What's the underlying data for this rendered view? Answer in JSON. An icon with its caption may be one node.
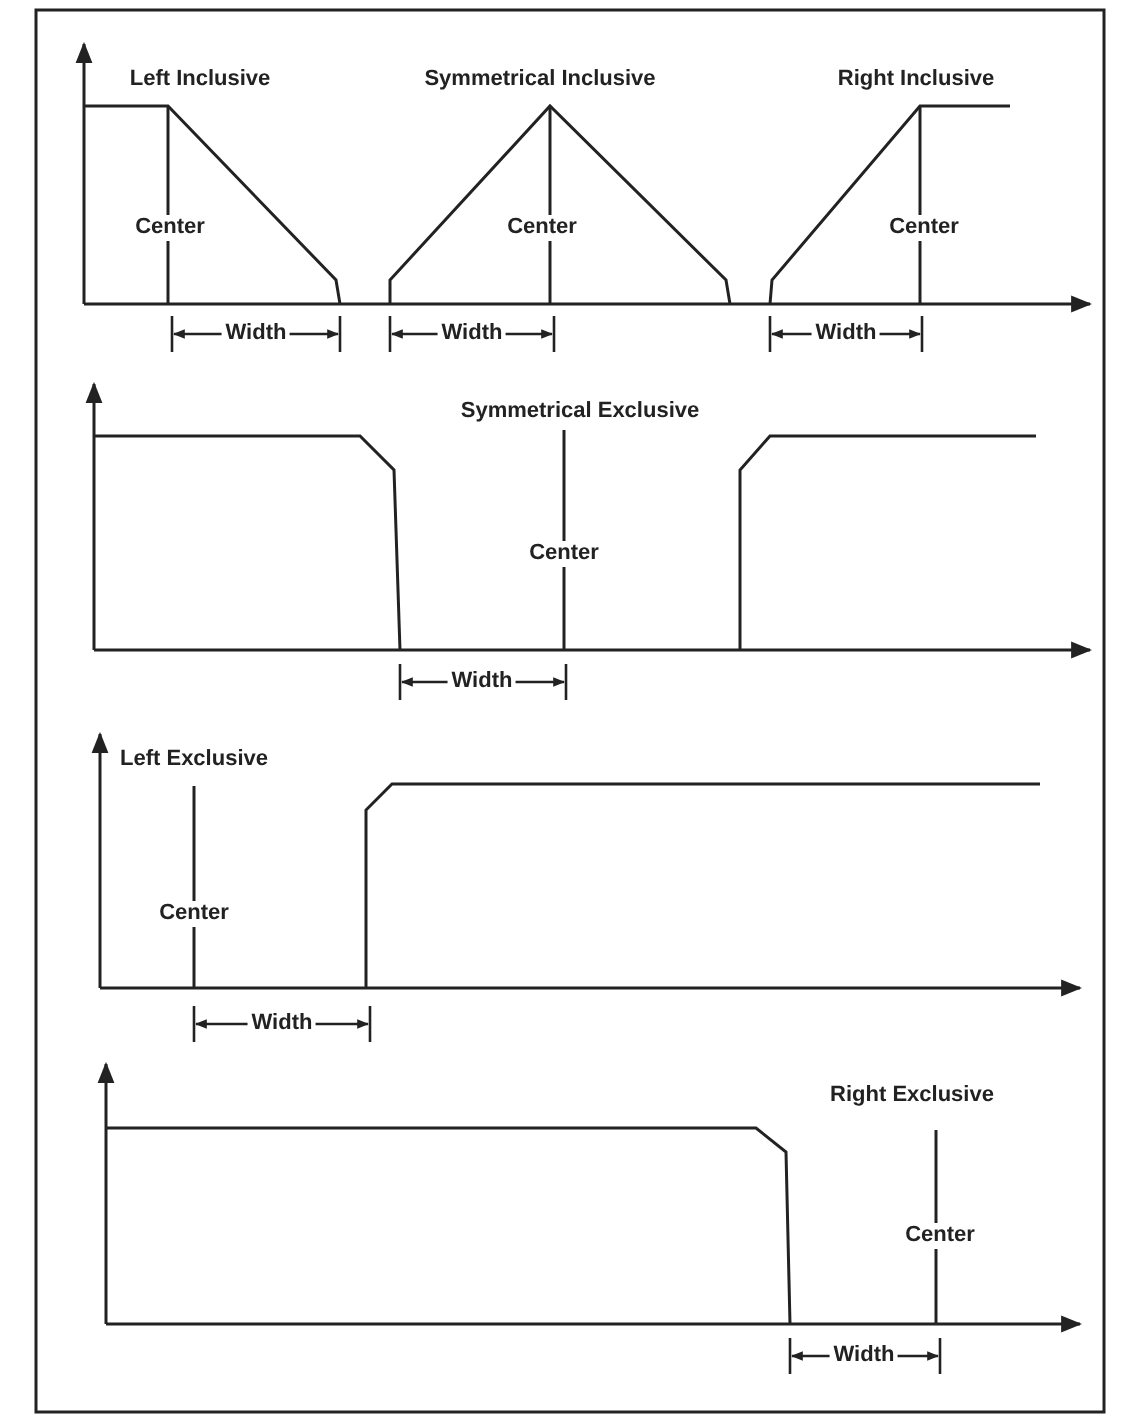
{
  "diagram": {
    "labels": [
      "Left Inclusive",
      "Symmetrical Inclusive",
      "Right Inclusive",
      "Center",
      "Center",
      "Center",
      "Width",
      "Width",
      "Width",
      "Symmetrical Exclusive",
      "Center",
      "Width",
      "Left Exclusive",
      "Center",
      "Width",
      "Right Exclusive",
      "Center",
      "Width"
    ]
  }
}
